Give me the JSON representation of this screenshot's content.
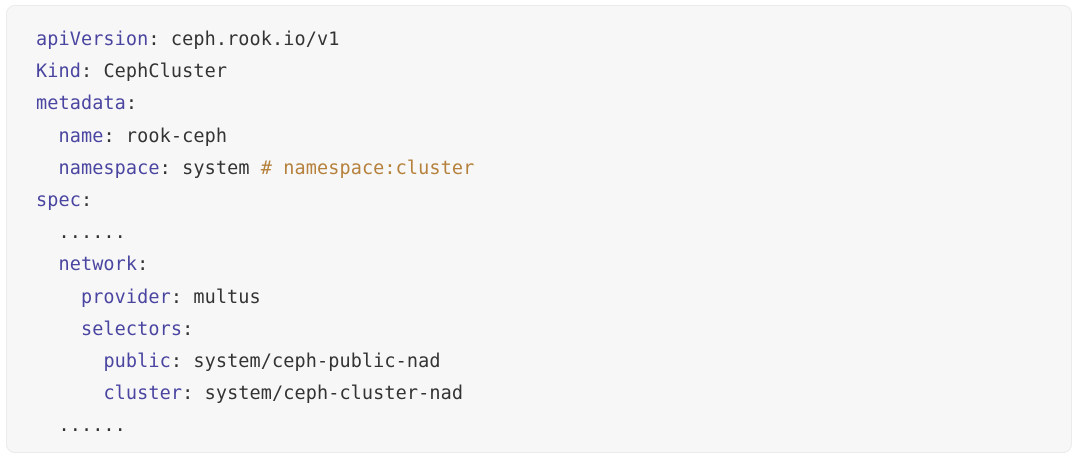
{
  "card": {
    "background_color": "#f7f7f7",
    "border_color": "#ebebeb",
    "language": "yaml"
  },
  "theme": {
    "key_color": "#4a45a0",
    "value_color": "#333333",
    "punctuation_color": "#333333",
    "comment_color": "#b5813c"
  },
  "code": {
    "lines": [
      {
        "indent": "",
        "key": "apiVersion",
        "punct": ": ",
        "value": "ceph.rook.io/v1",
        "comment": ""
      },
      {
        "indent": "",
        "key": "Kind",
        "punct": ": ",
        "value": "CephCluster",
        "comment": ""
      },
      {
        "indent": "",
        "key": "metadata",
        "punct": ":",
        "value": "",
        "comment": ""
      },
      {
        "indent": "  ",
        "key": "name",
        "punct": ": ",
        "value": "rook-ceph",
        "comment": ""
      },
      {
        "indent": "  ",
        "key": "namespace",
        "punct": ": ",
        "value": "system ",
        "comment": "# namespace:cluster"
      },
      {
        "indent": "",
        "key": "spec",
        "punct": ":",
        "value": "",
        "comment": ""
      },
      {
        "indent": "  ",
        "key": "",
        "punct": "",
        "value": "......",
        "comment": ""
      },
      {
        "indent": "  ",
        "key": "network",
        "punct": ":",
        "value": "",
        "comment": ""
      },
      {
        "indent": "    ",
        "key": "provider",
        "punct": ": ",
        "value": "multus",
        "comment": ""
      },
      {
        "indent": "    ",
        "key": "selectors",
        "punct": ":",
        "value": "",
        "comment": ""
      },
      {
        "indent": "      ",
        "key": "public",
        "punct": ": ",
        "value": "system/ceph-public-nad",
        "comment": ""
      },
      {
        "indent": "      ",
        "key": "cluster",
        "punct": ": ",
        "value": "system/ceph-cluster-nad",
        "comment": ""
      },
      {
        "indent": "  ",
        "key": "",
        "punct": "",
        "value": "......",
        "comment": ""
      }
    ]
  }
}
